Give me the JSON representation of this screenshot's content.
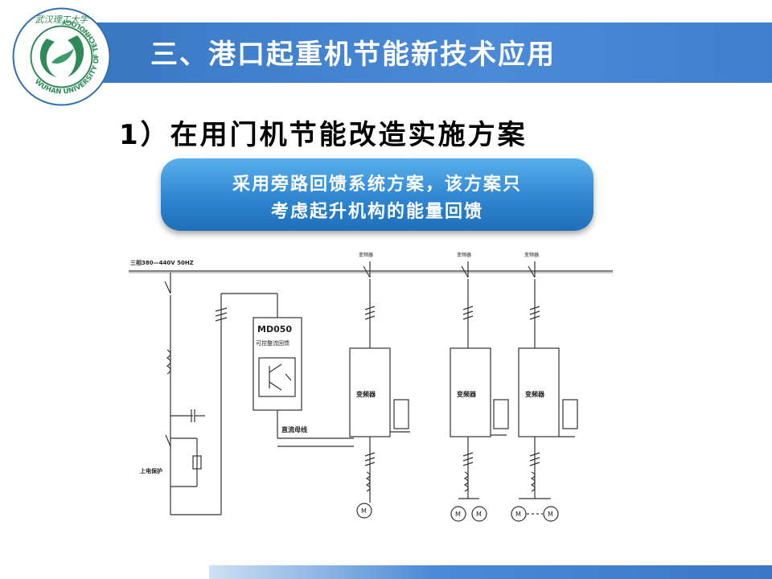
{
  "header": {
    "title": "三、港口起重机节能新技术应用",
    "logo": {
      "top_text": "武汉理工大学",
      "ring_text": "WUHAN UNIVERSITY OF TECHNOLOGY"
    }
  },
  "subheading": "1）在用门机节能改造实施方案",
  "callout": {
    "line1": "采用旁路回馈系统方案，该方案只",
    "line2": "考虑起升机构的能量回馈"
  },
  "schematic": {
    "supply_label": "三相380—440V 50HZ",
    "feedback_unit_title": "MD050",
    "feedback_unit_subtitle": "可控整流回馈",
    "dc_bus_label": "直流母线",
    "power_on_label": "上电保护",
    "inverter_label": "变频器",
    "top_label": "变频器",
    "motor_label": "M"
  },
  "colors": {
    "header_blue": "#3a78c4",
    "callout_blue": "#2f86d0",
    "logo_green": "#2e8b57"
  }
}
